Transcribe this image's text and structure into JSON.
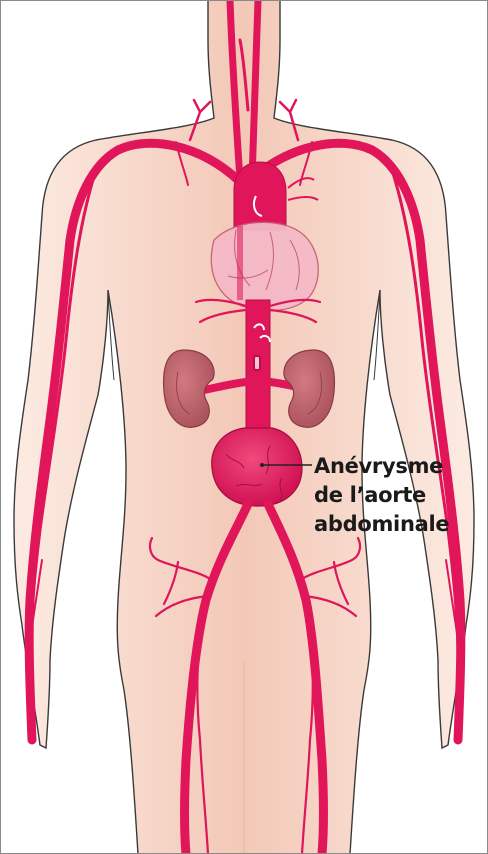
{
  "diagram": {
    "label": {
      "line1": "Anévrysme",
      "line2": "de l’aorte",
      "line3": "abdominale"
    },
    "colors": {
      "skin_light": "#fbe9df",
      "skin_mid": "#f8d7c6",
      "skin_center": "#f2c5b4",
      "outline": "#3a3a3a",
      "vessel": "#e0155a",
      "vessel_dark": "#b80d47",
      "heart": "#f4b9c6",
      "kidney": "#c4646c",
      "kidney_dark": "#9c454d",
      "aneurysm": "#e5165d",
      "leader_line": "#222222"
    },
    "structures": [
      "body-silhouette",
      "aortic-arch",
      "heart",
      "left-kidney",
      "right-kidney",
      "aorta",
      "aneurysm",
      "iliac-arteries",
      "femoral-arteries",
      "arm-arteries",
      "neck-arteries"
    ]
  }
}
